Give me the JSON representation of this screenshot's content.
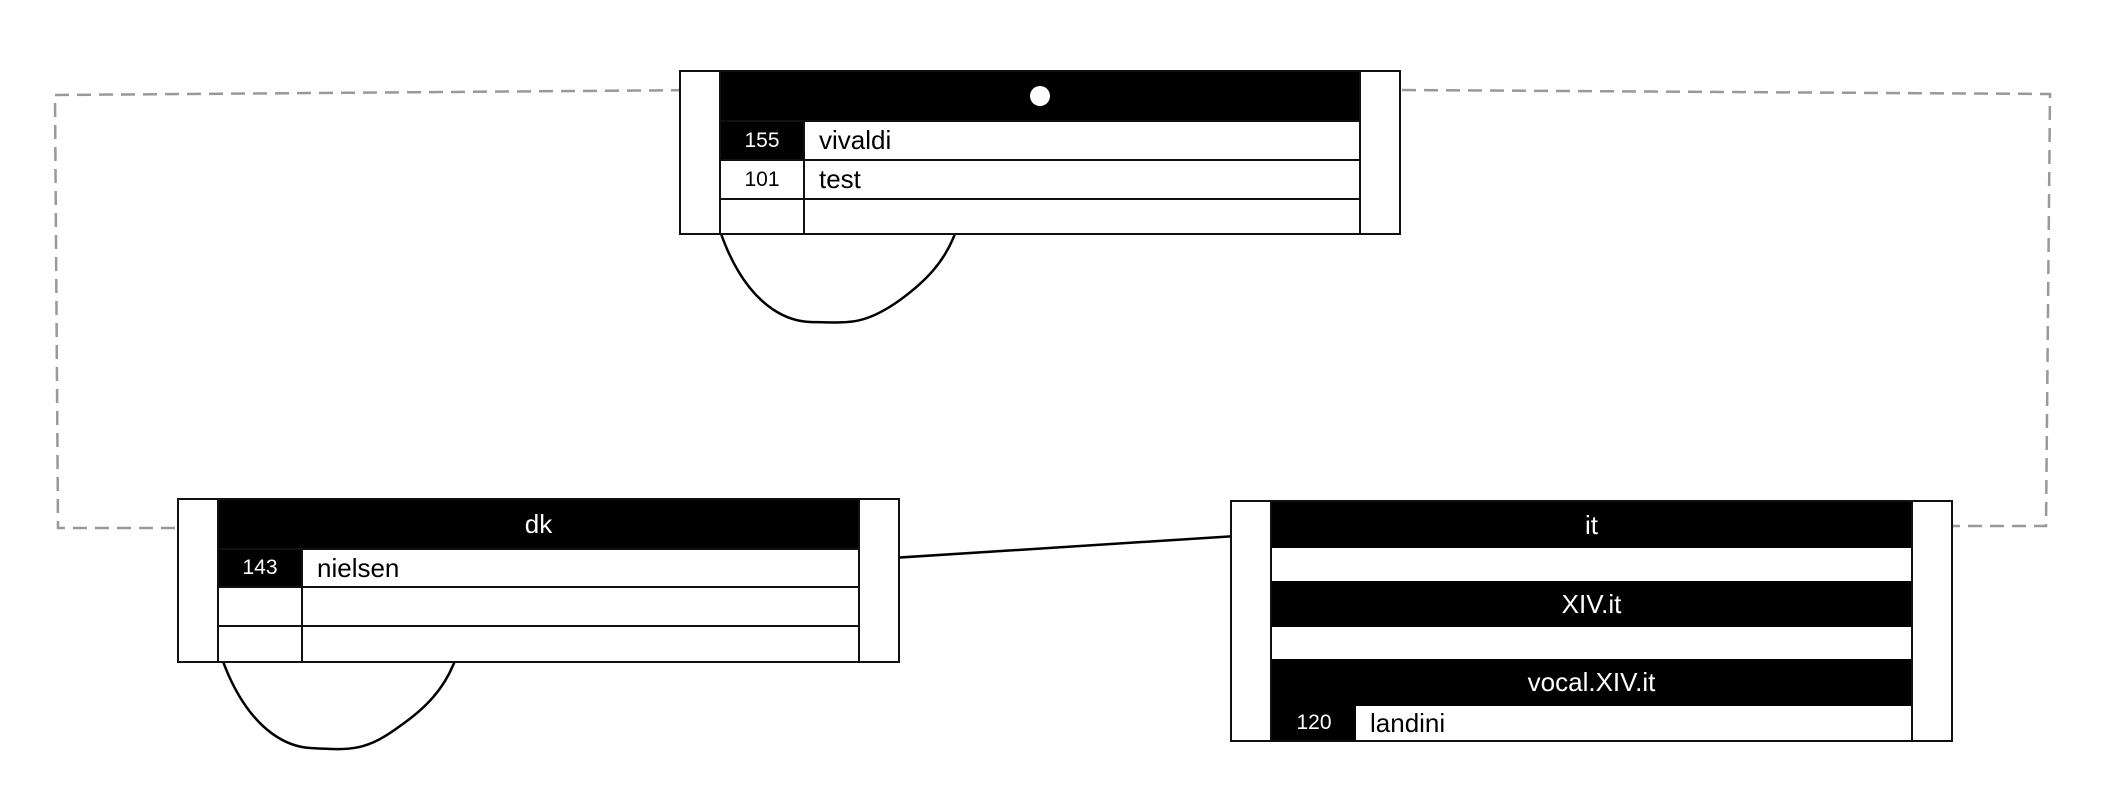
{
  "zones": {
    "root": {
      "header": "",
      "records": [
        {
          "num": "155",
          "name": "vivaldi"
        },
        {
          "num": "101",
          "name": "test"
        },
        {
          "num": "",
          "name": ""
        }
      ]
    },
    "dk": {
      "header": "dk",
      "records": [
        {
          "num": "143",
          "name": "nielsen"
        },
        {
          "num": "",
          "name": ""
        },
        {
          "num": "",
          "name": ""
        }
      ]
    },
    "it": {
      "header": "it",
      "sub1": "XIV.it",
      "sub2": "vocal.XIV.it",
      "records": [
        {
          "num": "120",
          "name": "landini"
        }
      ]
    }
  }
}
